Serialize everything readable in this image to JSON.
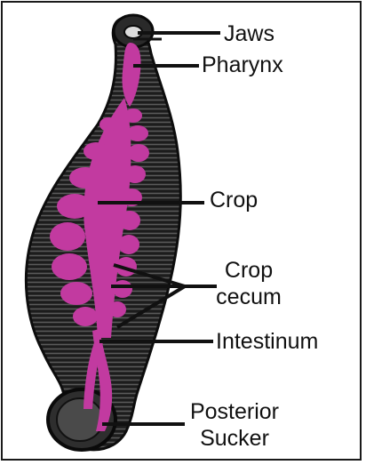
{
  "labels": {
    "jaws": "Jaws",
    "pharynx": "Pharynx",
    "crop": "Crop",
    "crop_cecum_line1": "Crop",
    "crop_cecum_line2": "cecum",
    "intestinum": "Intestinum",
    "posterior_sucker_line1": "Posterior",
    "posterior_sucker_line2": "Sucker"
  },
  "colors": {
    "body_dark": "#1c1c1c",
    "body_ring": "#5a5a5a",
    "gut_magenta": "#c23aa0",
    "leader_line": "#111111",
    "frame": "#1a1a1a"
  }
}
